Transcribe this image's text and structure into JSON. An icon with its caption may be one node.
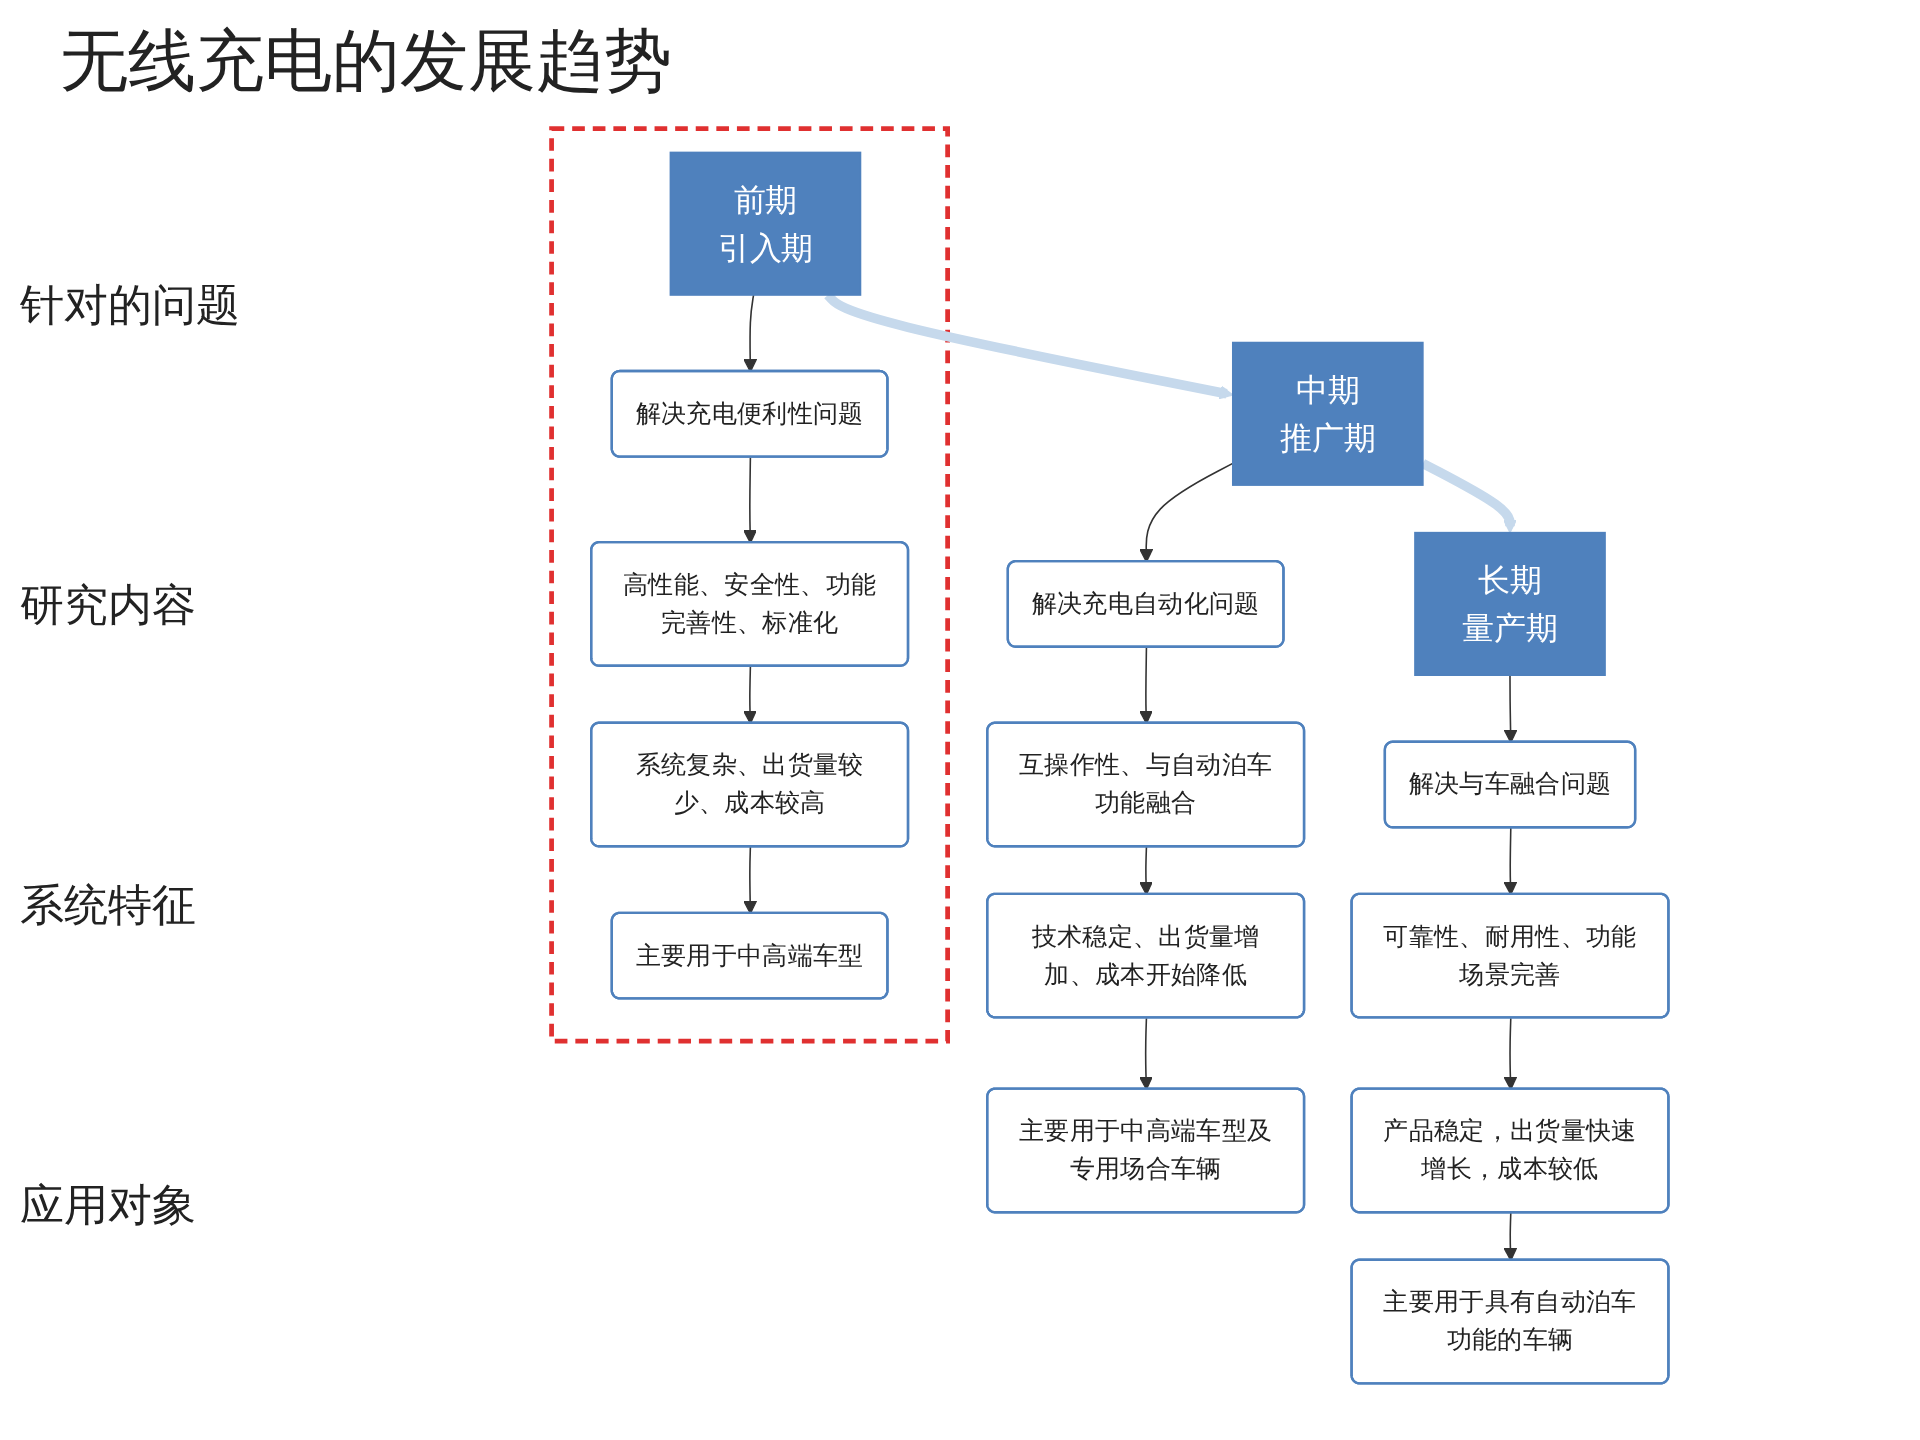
{
  "diagram": {
    "title": "无线充电的发展趋势",
    "nodes": [
      {
        "text": [],
        "shape": "box"
      },
      {
        "text": [
          "前期",
          "引入期"
        ],
        "in": 0
      },
      {
        "text": [
          "解决充电便利性问题"
        ],
        "in": 0
      },
      {
        "text": [
          "高性能、安全性、功能完善性、标准化"
        ],
        "in": 0
      },
      {
        "text": [
          "系统复杂、出货量较少、成本较高"
        ],
        "in": 0
      },
      {
        "text": [
          "主要用于中高端车型"
        ],
        "in": 0
      },
      {
        "text": [
          "中期",
          "推广期"
        ]
      },
      {
        "text": [
          "解决充电自动化问题"
        ]
      },
      {
        "text": [
          "互操作性、与自动泊车功能融合"
        ]
      },
      {
        "text": [
          "技术稳定、出货量增加、成本开始降低"
        ]
      },
      {
        "text": [
          "主要用于中高端车型及专用场合车辆"
        ]
      },
      {
        "text": [
          "长期",
          "量产期"
        ]
      },
      {
        "text": [
          "解决与车融合问题"
        ]
      },
      {
        "text": [
          "可靠性、耐用性、功能场景完善"
        ]
      },
      {
        "text": [
          "产品稳定，出货量快速增长，成本较低"
        ]
      },
      {
        "text": [
          "主要用于具有自动泊车功能的车辆"
        ]
      }
    ],
    "edges": [
      {
        "from": 1,
        "to": 2,
        "arrow": "to"
      },
      {
        "from": 2,
        "to": 3,
        "arrow": "to"
      },
      {
        "from": 3,
        "to": 4,
        "arrow": "to"
      },
      {
        "from": 4,
        "to": 5,
        "arrow": "to"
      },
      {
        "from": 6,
        "to": 7,
        "arrow": "to"
      },
      {
        "from": 7,
        "to": 8,
        "arrow": "to"
      },
      {
        "from": 8,
        "to": 9,
        "arrow": "to"
      },
      {
        "from": 9,
        "to": 10,
        "arrow": "to"
      },
      {
        "from": 11,
        "to": 12,
        "arrow": "to"
      },
      {
        "from": 12,
        "to": 13,
        "arrow": "to"
      },
      {
        "from": 13,
        "to": 14,
        "arrow": "to"
      },
      {
        "from": 14,
        "to": 15,
        "arrow": "to"
      },
      {
        "from": 1,
        "to": 6,
        "arrow": "to",
        "style": "thick",
        "color": "#c6d9ec"
      },
      {
        "from": 6,
        "to": 11,
        "arrow": "to",
        "style": "thick",
        "color": "#c6d9ec"
      }
    ],
    "labels": [
      "针对的问题",
      "研究内容",
      "系统特征",
      "应用对象"
    ]
  }
}
